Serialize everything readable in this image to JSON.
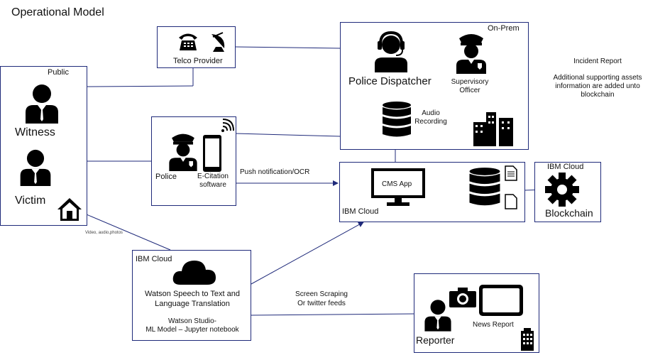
{
  "title": "Operational Model",
  "public_box": {
    "label": "Public",
    "witness": "Witness",
    "victim": "Victim"
  },
  "telco": {
    "label": "Telco Provider"
  },
  "onprem": {
    "label": "On-Prem",
    "dispatcher": "Police Dispatcher",
    "supervisory_line1": "Supervisory",
    "supervisory_line2": "Officer",
    "audio_line1": "Audio",
    "audio_line2": "Recording"
  },
  "police_box": {
    "police": "Police",
    "ecitation_line1": "E-Citation",
    "ecitation_line2": "software"
  },
  "push_label": "Push notification/OCR",
  "cms_box": {
    "app": "CMS App",
    "cloud": "IBM Cloud"
  },
  "blockchain_box": {
    "cloud": "IBM Cloud",
    "label": "Blockchain"
  },
  "incident": {
    "title": "Incident Report",
    "line1": "Additional  supporting assets",
    "line2": "information are added unto",
    "line3": "blockchain"
  },
  "media_label": "Video, audio,photos",
  "watson_box": {
    "cloud": "IBM Cloud",
    "line1": "Watson Speech to Text and",
    "line2": "Language Translation",
    "line3": "Watson Studio-",
    "line4": "ML Model – Jupyter notebook"
  },
  "scraping": {
    "line1": "Screen Scraping",
    "line2": "Or twitter feeds"
  },
  "reporter_box": {
    "reporter": "Reporter",
    "news": "News Report"
  },
  "colors": {
    "line": "#1f2a7a",
    "icon": "#000000"
  }
}
